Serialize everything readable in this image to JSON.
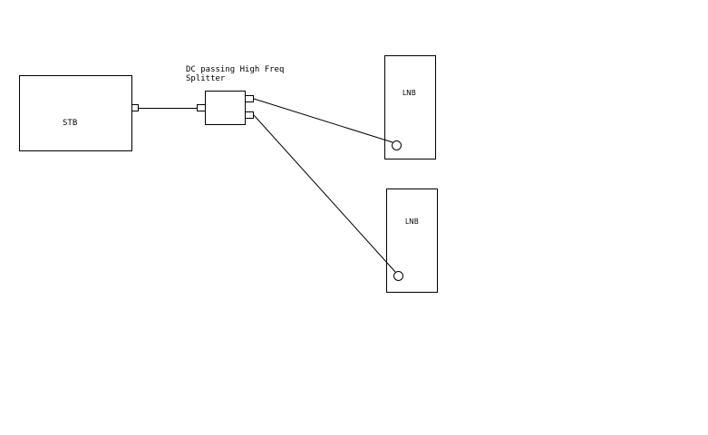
{
  "stb": {
    "label": "STB"
  },
  "splitter": {
    "label_line1": "DC passing High Freq",
    "label_line2": "Splitter"
  },
  "lnb_top": {
    "label": "LNB"
  },
  "lnb_bottom": {
    "label": "LNB"
  }
}
